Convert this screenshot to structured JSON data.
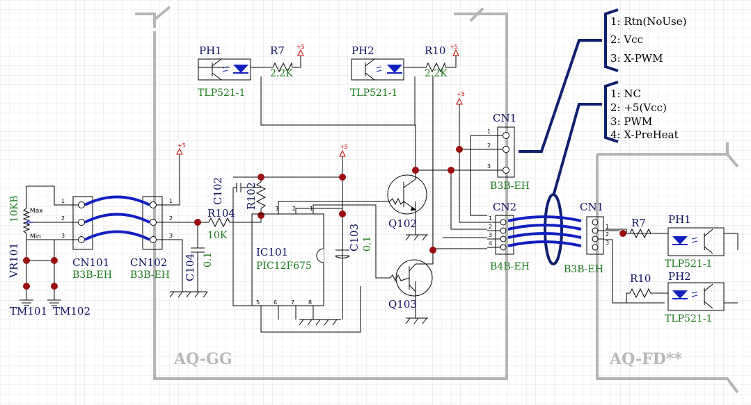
{
  "boards": {
    "left": "AQ-GG",
    "right": "AQ-FD**"
  },
  "left": {
    "vr101": "VR101",
    "vr101_value": "10KB",
    "vr_max": "Max",
    "vr_min": "Min",
    "tm101": "TM101",
    "tm102": "TM102",
    "cn101": "CN101",
    "cn101_type": "B3B-EH",
    "cn102": "CN102",
    "cn102_type": "B3B-EH",
    "r104": "R104",
    "r104_value": "10K",
    "c104": "C104",
    "c104_value": "0.1",
    "c102": "C102",
    "r102": "R102",
    "ic101": "IC101",
    "ic101_part": "PIC12F675",
    "c103": "C103",
    "c103_value": "0.1",
    "q102": "Q102",
    "q103": "Q103",
    "ph1": "PH1",
    "ph1_part": "TLP521-1",
    "r7": "R7",
    "r7_value": "2.2K",
    "ph2": "PH2",
    "ph2_part": "TLP521-1",
    "r10": "R10",
    "r10_value": "2.2K",
    "cn1": "CN1",
    "cn1_type": "B3B-EH",
    "cn2": "CN2",
    "cn2_type": "B4B-EH",
    "plus5": "+5"
  },
  "cn1_pins": [
    "1: Rtn(NoUse)",
    "2: Vcc",
    "3: X-PWM"
  ],
  "cn2_pins": [
    "1: NC",
    "2: +5(Vcc)",
    "3: PWM",
    "4: X-PreHeat"
  ],
  "right": {
    "cn1": "CN1",
    "cn1_type": "B3B-EH",
    "r7": "R7",
    "ph1": "PH1",
    "ph1_part": "TLP521-1",
    "r10": "R10",
    "ph2": "PH2",
    "ph2_part": "TLP521-1"
  },
  "pins": {
    "p1": "1",
    "p2": "2",
    "p3": "3",
    "p4": "4",
    "p5": "5",
    "p6": "6",
    "p7": "7",
    "p8": "8"
  },
  "colors": {
    "wire": "#000000",
    "board_outline": "#b5b5b5",
    "cable": "#1020c0",
    "component_label": "#101060",
    "value_label": "#1a7a1a",
    "junction": "#9a0e0e",
    "power": "#cc0000"
  }
}
